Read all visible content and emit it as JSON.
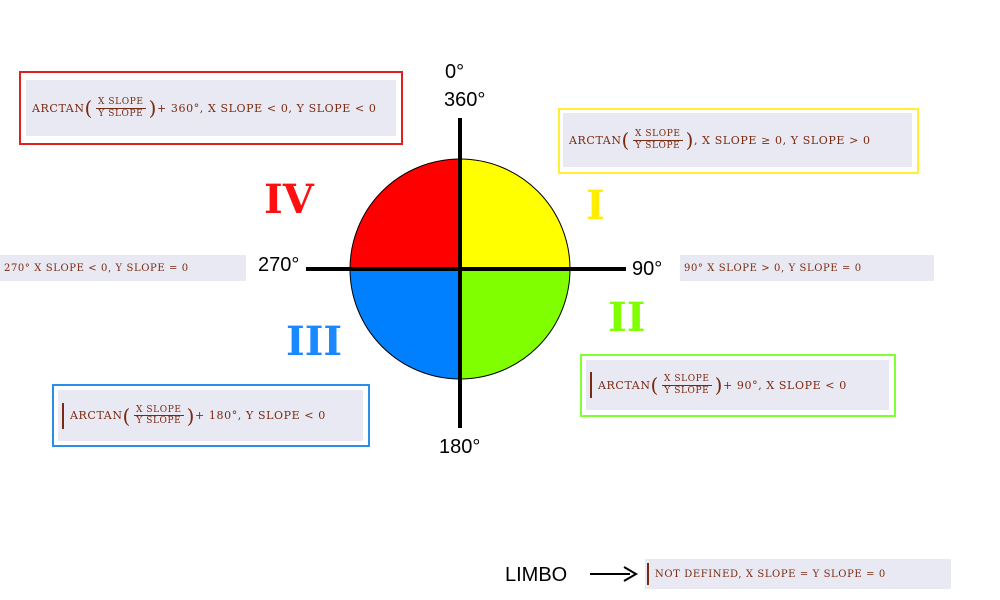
{
  "axes": {
    "top_a": "0°",
    "top_b": "360°",
    "right": "90°",
    "bottom": "180°",
    "left": "270°"
  },
  "quadrants": [
    {
      "id": "I",
      "numeral": "I",
      "color": "#ffff00",
      "box_color": "#ffee33",
      "prefix": "ARCTAN",
      "num": "X SLOPE",
      "den": "Y SLOPE",
      "suffix": ",   X SLOPE ≥ 0,   Y SLOPE > 0"
    },
    {
      "id": "II",
      "numeral": "II",
      "color": "#80ff00",
      "box_color": "#80ff33",
      "prefix": "ARCTAN",
      "num": "X SLOPE",
      "den": "Y SLOPE",
      "suffix": " + 90°,  X SLOPE < 0"
    },
    {
      "id": "III",
      "numeral": "III",
      "color": "#0080ff",
      "box_color": "#2a8ee8",
      "prefix": "ARCTAN",
      "num": "X SLOPE",
      "den": "Y SLOPE",
      "suffix": " + 180°,   Y SLOPE < 0"
    },
    {
      "id": "IV",
      "numeral": "IV",
      "color": "#ff0000",
      "box_color": "#e02020",
      "prefix": "ARCTAN",
      "num": "X SLOPE",
      "den": "Y SLOPE",
      "suffix": " + 360°,  X SLOPE < 0,  Y SLOPE < 0"
    }
  ],
  "axis_notes": {
    "right": "90°       X SLOPE > 0,   Y SLOPE = 0",
    "left": "270°      X SLOPE < 0,   Y SLOPE = 0"
  },
  "limbo": {
    "label": "LIMBO",
    "note": "NOT  DEFINED,    X SLOPE = Y SLOPE = 0"
  }
}
